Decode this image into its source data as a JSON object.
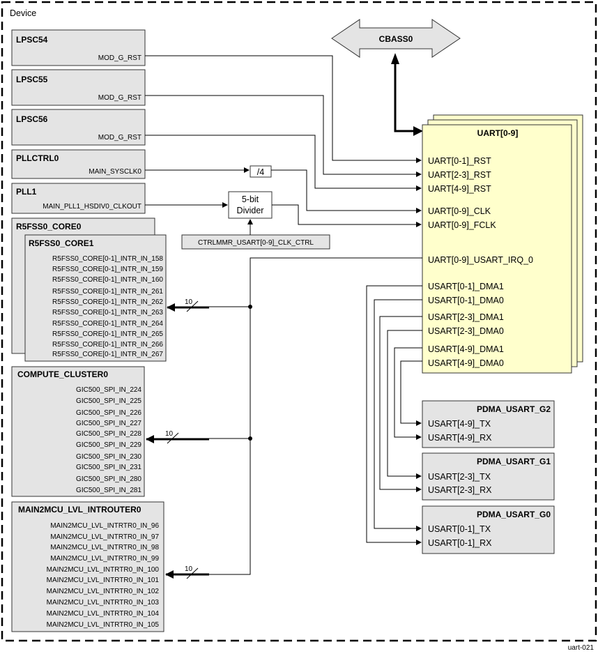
{
  "device_label": "Device",
  "figure_id": "uart-021",
  "cbass": "CBASS0",
  "uart": {
    "title": "UART[0-9]",
    "ports": {
      "rst01": "UART[0-1]_RST",
      "rst23": "UART[2-3]_RST",
      "rst49": "UART[4-9]_RST",
      "clk": "UART[0-9]_CLK",
      "fclk": "UART[0-9]_FCLK",
      "irq": "UART[0-9]_USART_IRQ_0",
      "dma01_1": "USART[0-1]_DMA1",
      "dma01_0": "USART[0-1]_DMA0",
      "dma23_1": "USART[2-3]_DMA1",
      "dma23_0": "USART[2-3]_DMA0",
      "dma49_1": "USART[4-9]_DMA1",
      "dma49_0": "USART[4-9]_DMA0"
    }
  },
  "lpsc": [
    {
      "title": "LPSC54",
      "port": "MOD_G_RST"
    },
    {
      "title": "LPSC55",
      "port": "MOD_G_RST"
    },
    {
      "title": "LPSC56",
      "port": "MOD_G_RST"
    }
  ],
  "pllctrl": {
    "title": "PLLCTRL0",
    "port": "MAIN_SYSCLK0"
  },
  "pll1": {
    "title": "PLL1",
    "port": "MAIN_PLL1_HSDIV0_CLKOUT"
  },
  "div4": "/4",
  "divider": {
    "line1": "5-bit",
    "line2": "Divider"
  },
  "ctrlmmr": "CTRLMMR_USART[0-9]_CLK_CTRL",
  "r5core0": "R5FSS0_CORE0",
  "r5core1": {
    "title": "R5FSS0_CORE1",
    "ports": [
      "R5FSS0_CORE[0-1]_INTR_IN_158",
      "R5FSS0_CORE[0-1]_INTR_IN_159",
      "R5FSS0_CORE[0-1]_INTR_IN_160",
      "R5FSS0_CORE[0-1]_INTR_IN_261",
      "R5FSS0_CORE[0-1]_INTR_IN_262",
      "R5FSS0_CORE[0-1]_INTR_IN_263",
      "R5FSS0_CORE[0-1]_INTR_IN_264",
      "R5FSS0_CORE[0-1]_INTR_IN_265",
      "R5FSS0_CORE[0-1]_INTR_IN_266",
      "R5FSS0_CORE[0-1]_INTR_IN_267"
    ]
  },
  "compute": {
    "title": "COMPUTE_CLUSTER0",
    "ports": [
      "GIC500_SPI_IN_224",
      "GIC500_SPI_IN_225",
      "GIC500_SPI_IN_226",
      "GIC500_SPI_IN_227",
      "GIC500_SPI_IN_228",
      "GIC500_SPI_IN_229",
      "GIC500_SPI_IN_230",
      "GIC500_SPI_IN_231",
      "GIC500_SPI_IN_280",
      "GIC500_SPI_IN_281"
    ]
  },
  "main2mcu": {
    "title": "MAIN2MCU_LVL_INTROUTER0",
    "ports": [
      "MAIN2MCU_LVL_INTRTR0_IN_96",
      "MAIN2MCU_LVL_INTRTR0_IN_97",
      "MAIN2MCU_LVL_INTRTR0_IN_98",
      "MAIN2MCU_LVL_INTRTR0_IN_99",
      "MAIN2MCU_LVL_INTRTR0_IN_100",
      "MAIN2MCU_LVL_INTRTR0_IN_101",
      "MAIN2MCU_LVL_INTRTR0_IN_102",
      "MAIN2MCU_LVL_INTRTR0_IN_103",
      "MAIN2MCU_LVL_INTRTR0_IN_104",
      "MAIN2MCU_LVL_INTRTR0_IN_105"
    ]
  },
  "bus_width": "10",
  "pdma": [
    {
      "title": "PDMA_USART_G2",
      "tx": "USART[4-9]_TX",
      "rx": "USART[4-9]_RX"
    },
    {
      "title": "PDMA_USART_G1",
      "tx": "USART[2-3]_TX",
      "rx": "USART[2-3]_RX"
    },
    {
      "title": "PDMA_USART_G0",
      "tx": "USART[0-1]_TX",
      "rx": "USART[0-1]_RX"
    }
  ]
}
